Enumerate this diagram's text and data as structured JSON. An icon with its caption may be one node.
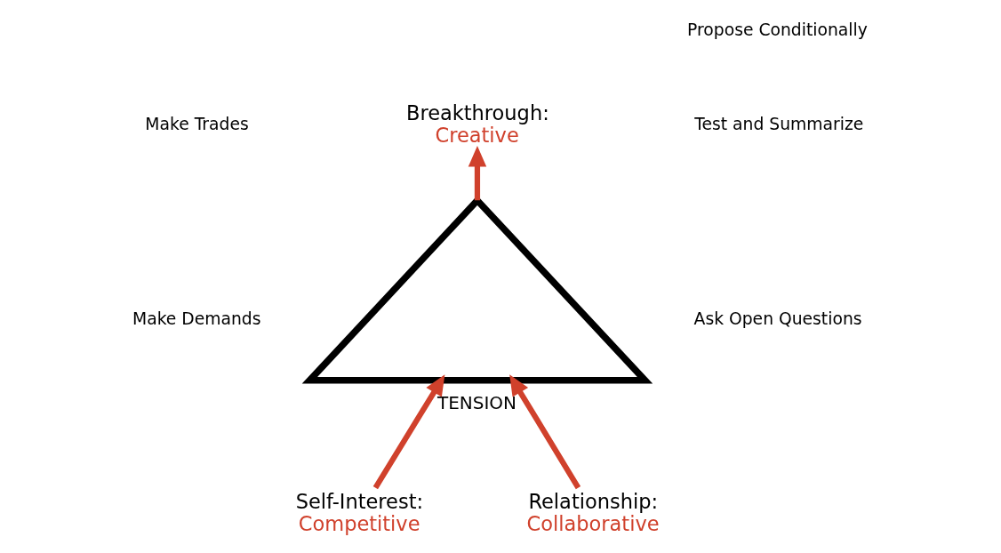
{
  "diagram": {
    "nodes": [
      {
        "text": [
          "Breakthrough:",
          "Creative"
        ]
      },
      {
        "text": [
          "Self-Interest:",
          "Competitive"
        ]
      },
      {
        "text": [
          "TENSION"
        ]
      },
      {
        "text": [
          "Relationship:",
          "Collaborative"
        ]
      }
    ],
    "edges": [
      {
        "from": 2,
        "to": 0,
        "arrow": "to"
      },
      {
        "from": 1,
        "to": 2,
        "arrow": "to"
      },
      {
        "from": 3,
        "to": 2,
        "arrow": "to"
      }
    ],
    "labels": [
      "Make Trades",
      "Make Demands",
      "Propose Conditionally",
      "Test and Summarize",
      "Ask Open Questions"
    ]
  }
}
